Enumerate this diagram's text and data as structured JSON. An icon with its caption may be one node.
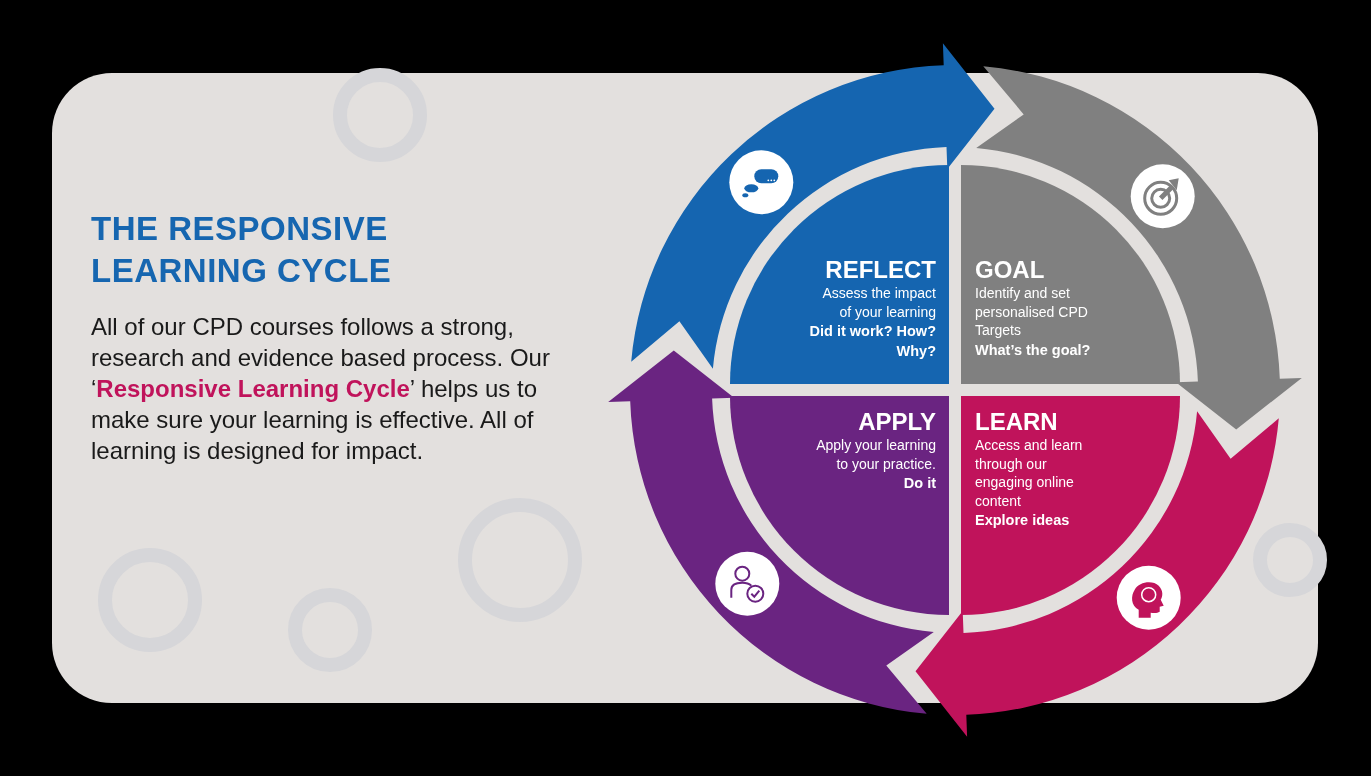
{
  "diagram": {
    "title": "THE RESPONSIVE LEARNING CYCLE",
    "nodes": [
      {
        "text": [
          "REFLECT",
          "Assess the impact of your learning",
          "Did it work? How? Why?"
        ]
      },
      {
        "text": [
          "GOAL",
          "Identify and set personalised CPD Targets",
          "What’s the goal?"
        ]
      },
      {
        "text": [
          "APPLY",
          "Apply your learning to your practice.",
          "Do it"
        ]
      },
      {
        "text": [
          "LEARN",
          "Access and learn through our engaging online content",
          "Explore ideas"
        ]
      },
      {
        "text": [],
        "shape": "arrow"
      },
      {
        "text": [],
        "shape": "arrow"
      },
      {
        "text": [],
        "shape": "arrow"
      },
      {
        "text": [],
        "shape": "arrow"
      }
    ],
    "labels": [
      "All of our CPD courses follows a strong, research and evidence based process. Our ‘**Responsive Learning Cycle**’ helps us to make sure your learning is effective. All of learning is designed for impact."
    ]
  }
}
